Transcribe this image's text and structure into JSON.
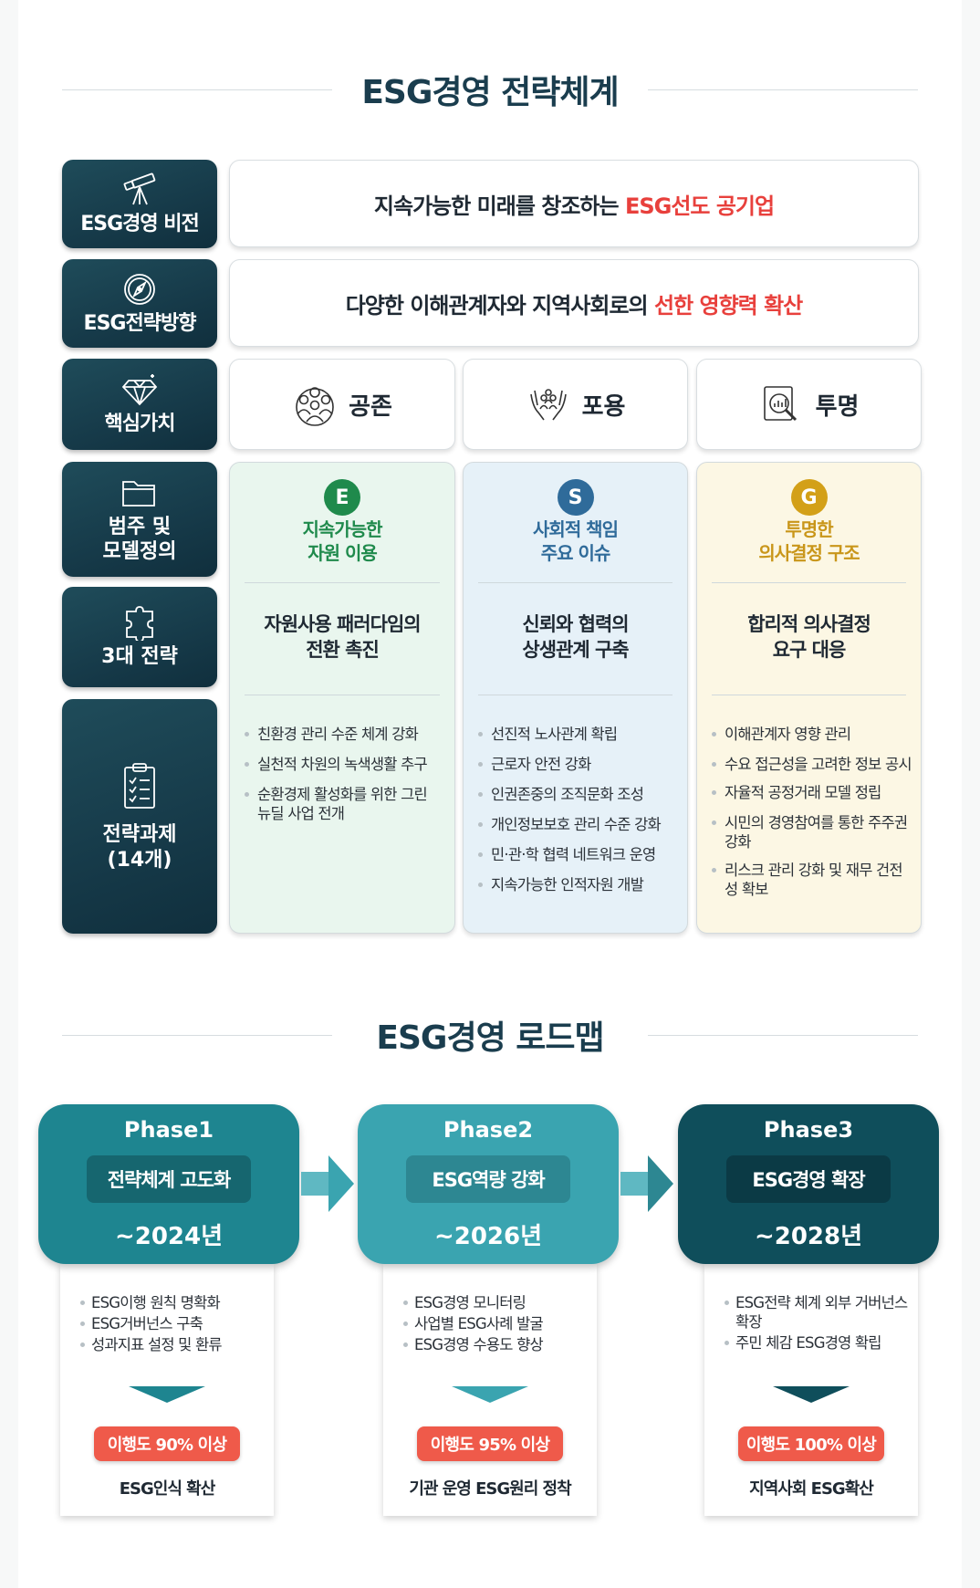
{
  "strategy": {
    "title": "ESG경영 전략체계",
    "vision": {
      "label": "ESG경영 비전",
      "text_prefix": "지속가능한 미래를 창조하는 ",
      "text_highlight": "ESG선도 공기업"
    },
    "direction": {
      "label": "ESG전략방향",
      "text_prefix": "다양한 이해관계자와 지역사회로의 ",
      "text_highlight": "선한 영향력 확산"
    },
    "core_values": {
      "label": "핵심가치",
      "values": [
        "공존",
        "포용",
        "투명"
      ]
    },
    "category_label_line1": "범주 및",
    "category_label_line2": "모델정의",
    "strategy_label": "3대 전략",
    "tasks_label_line1": "전략과제",
    "tasks_label_line2": "(14개)",
    "columns": [
      {
        "badge": "E",
        "category_line1": "지속가능한",
        "category_line2": "자원 이용",
        "strategy_line1": "자원사용 패러다임의",
        "strategy_line2": "전환 촉진",
        "tasks": [
          "친환경 관리 수준 체계 강화",
          "실천적 차원의 녹색생활 추구",
          "순환경제 활성화를 위한 그린뉴딜 사업 전개"
        ]
      },
      {
        "badge": "S",
        "category_line1": "사회적 책임",
        "category_line2": "주요 이슈",
        "strategy_line1": "신뢰와 협력의",
        "strategy_line2": "상생관계 구축",
        "tasks": [
          "선진적 노사관계 확립",
          "근로자 안전 강화",
          "인권존중의 조직문화 조성",
          "개인정보보호 관리 수준 강화",
          "민·관·학 협력 네트워크 운영",
          "지속가능한 인적자원 개발"
        ]
      },
      {
        "badge": "G",
        "category_line1": "투명한",
        "category_line2": "의사결정 구조",
        "strategy_line1": "합리적 의사결정",
        "strategy_line2": "요구 대응",
        "tasks": [
          "이해관계자 영향 관리",
          "수요 접근성을 고려한 정보 공시",
          "자율적 공정거래 모델 정립",
          "시민의 경영참여를 통한 주주권 강화",
          "리스크 관리 강화 및 재무 건전성 확보"
        ]
      }
    ]
  },
  "roadmap": {
    "title": "ESG경영 로드맵",
    "phases": [
      {
        "name": "Phase1",
        "theme": "전략체계 고도화",
        "year": "~2024년",
        "items": [
          "ESG이행 원칙 명확화",
          "ESG거버넌스 구축",
          "성과지표 설정 및 환류"
        ],
        "goal": "이행도 90% 이상",
        "result": "ESG인식 확산"
      },
      {
        "name": "Phase2",
        "theme": "ESG역량 강화",
        "year": "~2026년",
        "items": [
          "ESG경영 모니터링",
          "사업별 ESG사례 발굴",
          "ESG경영 수용도 향상"
        ],
        "goal": "이행도 95% 이상",
        "result": "기관 운영 ESG원리 정착"
      },
      {
        "name": "Phase3",
        "theme": "ESG경영 확장",
        "year": "~2028년",
        "items": [
          "ESG전략 체계 외부 거버넌스 확장",
          "주민 체감 ESG경영 확립"
        ],
        "goal": "이행도 100% 이상",
        "result": "지역사회 ESG확산"
      }
    ]
  },
  "colors": {
    "navy": "#163a49",
    "highlight": "#e8403c",
    "env": "#1f8a4c",
    "soc": "#2f6b9a",
    "gov": "#d3a018",
    "goal": "#ef5a4a"
  },
  "icons": [
    "telescope-icon",
    "compass-icon",
    "diamond-icon",
    "folder-icon",
    "puzzle-icon",
    "clipboard-icon",
    "people-icon",
    "hands-icon",
    "magnifier-chart-icon",
    "arrow-right-icon",
    "triangle-down-icon"
  ]
}
